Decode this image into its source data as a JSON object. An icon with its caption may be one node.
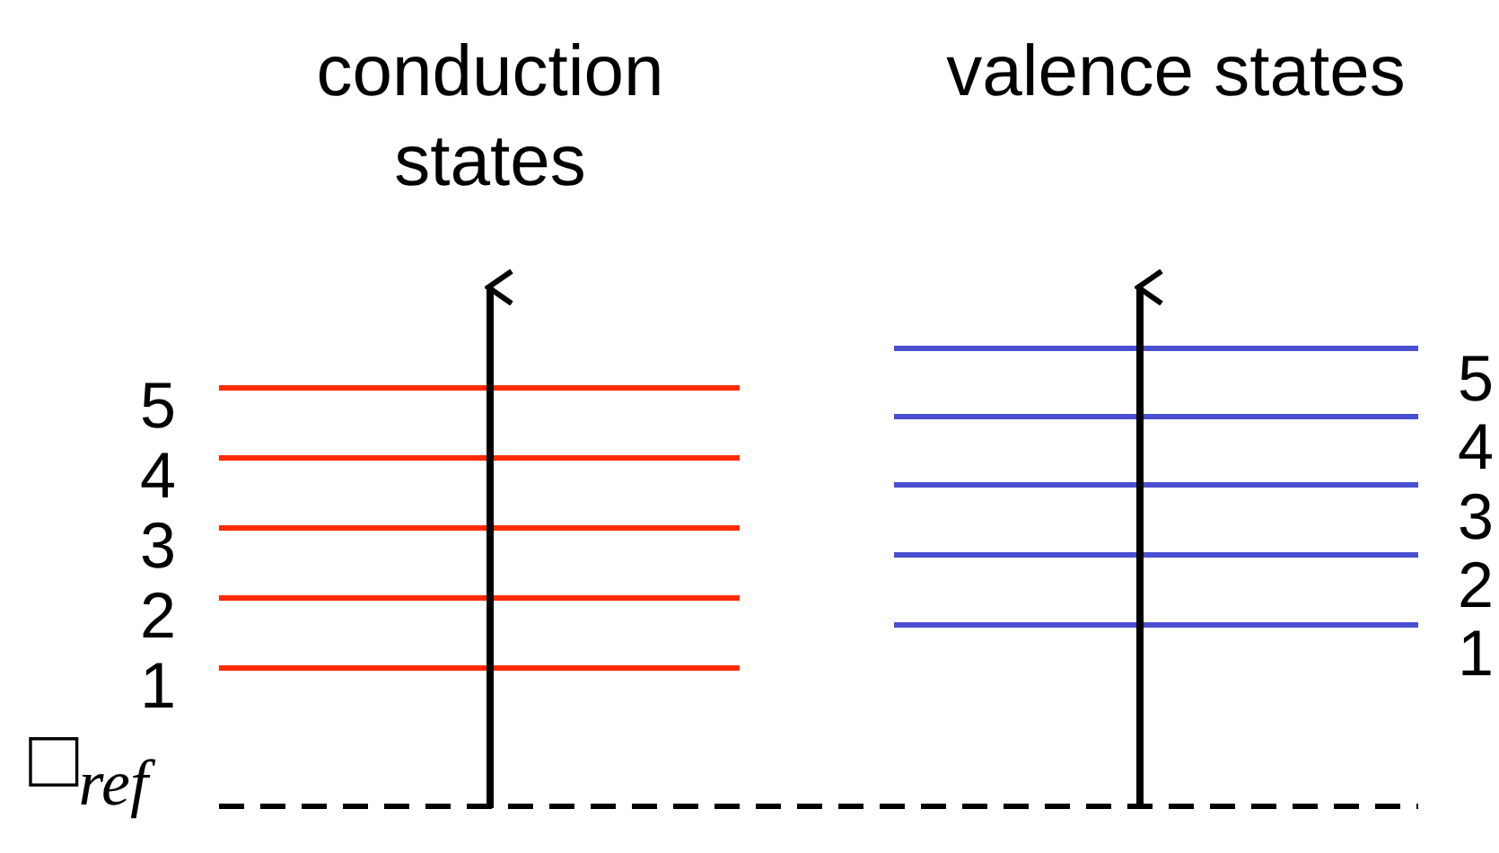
{
  "diagram": {
    "labels": [
      "conduction states",
      "valence states",
      "5",
      "4",
      "3",
      "2",
      "1",
      "5",
      "4",
      "3",
      "2",
      "1",
      "□$_{ref}$"
    ]
  }
}
